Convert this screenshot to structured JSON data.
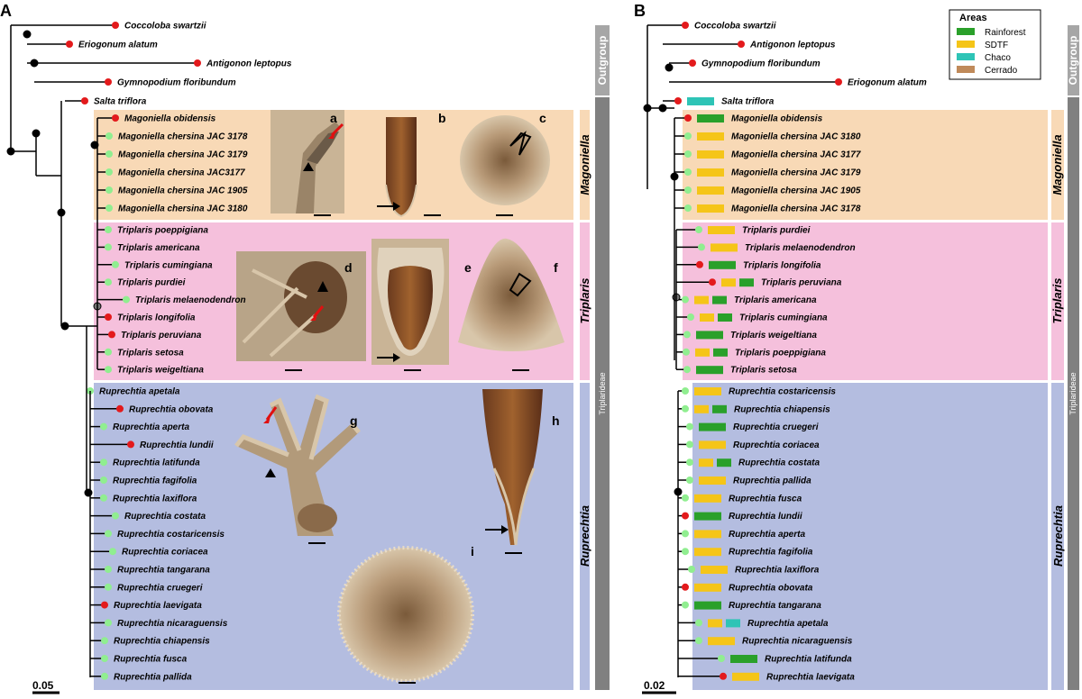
{
  "panels": {
    "a": "A",
    "b": "B"
  },
  "tree_a": {
    "outgroup": [
      "Coccoloba swartzii",
      "Eriogonum alatum",
      "Antigonon leptopus",
      "Gymnopodium floribundum",
      "Salta triflora"
    ],
    "magoniella": [
      "Magoniella obidensis",
      "Magoniella chersina JAC 3178",
      "Magoniella chersina JAC 3179",
      "Magoniella chersina JAC3177",
      "Magoniella chersina JAC 1905",
      "Magoniella chersina JAC 3180"
    ],
    "triplaris": [
      "Triplaris poeppigiana",
      "Triplaris americana",
      "Triplaris cumingiana",
      "Triplaris purdiei",
      "Triplaris melaenodendron",
      "Triplaris longifolia",
      "Triplaris peruviana",
      "Triplaris setosa",
      "Triplaris weigeltiana"
    ],
    "ruprechtia": [
      "Ruprechtia apetala",
      "Ruprechtia obovata",
      "Ruprechtia aperta",
      "Ruprechtia lundii",
      "Ruprechtia latifunda",
      "Ruprechtia fagifolia",
      "Ruprechtia laxiflora",
      "Ruprechtia costata",
      "Ruprechtia costaricensis",
      "Ruprechtia coriacea",
      "Ruprechtia tangarana",
      "Ruprechtia cruegeri",
      "Ruprechtia laevigata",
      "Ruprechtia nicaraguensis",
      "Ruprechtia chiapensis",
      "Ruprechtia fusca",
      "Ruprechtia pallida"
    ],
    "red_tips": [
      "Coccoloba swartzii",
      "Eriogonum alatum",
      "Antigonon leptopus",
      "Gymnopodium floribundum",
      "Salta triflora",
      "Magoniella obidensis",
      "Triplaris longifolia",
      "Triplaris peruviana",
      "Ruprechtia obovata",
      "Ruprechtia lundii",
      "Ruprechtia laevigata"
    ],
    "scale": "0.05"
  },
  "tree_b": {
    "outgroup": [
      "Coccoloba swartzii",
      "Antigonon leptopus",
      "Gymnopodium floribundum",
      "Eriogonum alatum",
      "Salta triflora"
    ],
    "magoniella": [
      "Magoniella obidensis",
      "Magoniella chersina JAC 3180",
      "Magoniella chersina JAC 3177",
      "Magoniella chersina JAC 3179",
      "Magoniella chersina JAC 1905",
      "Magoniella chersina JAC 3178"
    ],
    "triplaris": [
      "Triplaris purdiei",
      "Triplaris melaenodendron",
      "Triplaris longifolia",
      "Triplaris peruviana",
      "Triplaris americana",
      "Triplaris cumingiana",
      "Triplaris weigeltiana",
      "Triplaris poeppigiana",
      "Triplaris setosa"
    ],
    "ruprechtia": [
      "Ruprechtia costaricensis",
      "Ruprechtia chiapensis",
      "Ruprechtia cruegeri",
      "Ruprechtia coriacea",
      "Ruprechtia costata",
      "Ruprechtia pallida",
      "Ruprechtia fusca",
      "Ruprechtia lundii",
      "Ruprechtia aperta",
      "Ruprechtia fagifolia",
      "Ruprechtia laxiflora",
      "Ruprechtia obovata",
      "Ruprechtia tangarana",
      "Ruprechtia apetala",
      "Ruprechtia nicaraguensis",
      "Ruprechtia latifunda",
      "Ruprechtia laevigata"
    ],
    "red_tips": [
      "Coccoloba swartzii",
      "Antigonon leptopus",
      "Gymnopodium floribundum",
      "Eriogonum alatum",
      "Salta triflora",
      "Magoniella obidensis",
      "Triplaris longifolia",
      "Triplaris peruviana",
      "Ruprechtia lundii",
      "Ruprechtia obovata",
      "Ruprechtia laevigata"
    ],
    "areas": {
      "Salta triflora": [
        "C"
      ],
      "Magoniella obidensis": [
        "R"
      ],
      "Magoniella chersina JAC 3180": [
        "S"
      ],
      "Magoniella chersina JAC 3177": [
        "S"
      ],
      "Magoniella chersina JAC 3179": [
        "S"
      ],
      "Magoniella chersina JAC 1905": [
        "S"
      ],
      "Magoniella chersina JAC 3178": [
        "S"
      ],
      "Triplaris purdiei": [
        "S"
      ],
      "Triplaris melaenodendron": [
        "S"
      ],
      "Triplaris longifolia": [
        "R"
      ],
      "Triplaris peruviana": [
        "S",
        "R"
      ],
      "Triplaris americana": [
        "S",
        "R"
      ],
      "Triplaris cumingiana": [
        "S",
        "R"
      ],
      "Triplaris weigeltiana": [
        "R"
      ],
      "Triplaris poeppigiana": [
        "S",
        "R"
      ],
      "Triplaris setosa": [
        "R"
      ],
      "Ruprechtia costaricensis": [
        "S"
      ],
      "Ruprechtia chiapensis": [
        "S",
        "R"
      ],
      "Ruprechtia cruegeri": [
        "R"
      ],
      "Ruprechtia coriacea": [
        "S"
      ],
      "Ruprechtia costata": [
        "S",
        "R"
      ],
      "Ruprechtia pallida": [
        "S"
      ],
      "Ruprechtia fusca": [
        "S"
      ],
      "Ruprechtia lundii": [
        "R"
      ],
      "Ruprechtia aperta": [
        "S"
      ],
      "Ruprechtia fagifolia": [
        "S"
      ],
      "Ruprechtia laxiflora": [
        "S"
      ],
      "Ruprechtia obovata": [
        "S"
      ],
      "Ruprechtia tangarana": [
        "R"
      ],
      "Ruprechtia apetala": [
        "S",
        "C"
      ],
      "Ruprechtia nicaraguensis": [
        "S"
      ],
      "Ruprechtia latifunda": [
        "R"
      ],
      "Ruprechtia laevigata": [
        "S"
      ]
    },
    "scale": "0.02"
  },
  "legend": {
    "title": "Areas",
    "items": [
      {
        "key": "R",
        "label": "Rainforest",
        "color": "#2aa02a"
      },
      {
        "key": "S",
        "label": "SDTF",
        "color": "#f5c518"
      },
      {
        "key": "C",
        "label": "Chaco",
        "color": "#2ec4b6"
      },
      {
        "key": "E",
        "label": "Cerrado",
        "color": "#c08a5a"
      }
    ]
  },
  "groups": {
    "outgroup": "Outgroup",
    "magoniella": "Magoniella",
    "triplaris": "Triplaris",
    "ruprechtia": "Ruprechtia",
    "tribe": "Triplarideae"
  },
  "photo_letters": [
    "a",
    "b",
    "c",
    "d",
    "e",
    "f",
    "g",
    "h",
    "i"
  ],
  "colors": {
    "magoniella_bg": "#f8d9b6",
    "triplaris_bg": "#f5c0dc",
    "ruprechtia_bg": "#b4bde0",
    "red_tip": "#e31a1c",
    "green_tip": "#90ee90",
    "side_bar": "#808080"
  }
}
